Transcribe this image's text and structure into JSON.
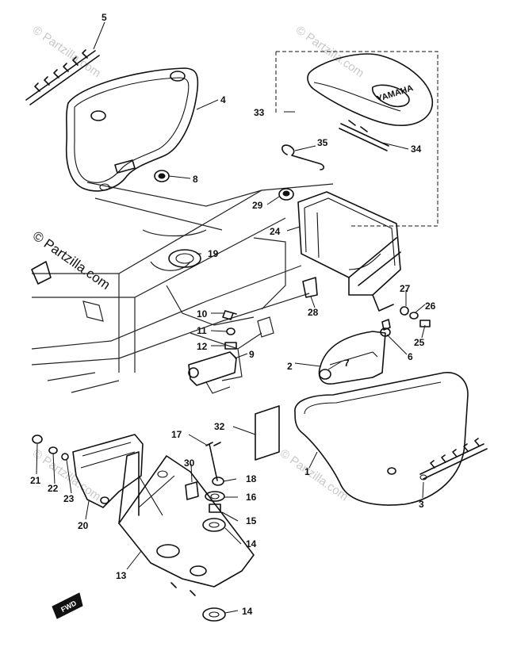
{
  "watermark": {
    "text": "© Partzilla.com",
    "large_text": "© Partzilla.com"
  },
  "seat_emblem": "YAMAHA",
  "forward_mark": "FWD",
  "callouts": {
    "c1": "1",
    "c2": "2",
    "c3": "3",
    "c4": "4",
    "c5": "5",
    "c6": "6",
    "c7": "7",
    "c8": "8",
    "c9": "9",
    "c10": "10",
    "c11": "11",
    "c12": "12",
    "c13": "13",
    "c14a": "14",
    "c14b": "14",
    "c15": "15",
    "c16": "16",
    "c17": "17",
    "c18": "18",
    "c19": "19",
    "c20": "20",
    "c21": "21",
    "c22": "22",
    "c23": "23",
    "c24": "24",
    "c25": "25",
    "c26": "26",
    "c27": "27",
    "c28": "28",
    "c29": "29",
    "c30": "30",
    "c32": "32",
    "c33": "33",
    "c34": "34",
    "c35": "35"
  }
}
